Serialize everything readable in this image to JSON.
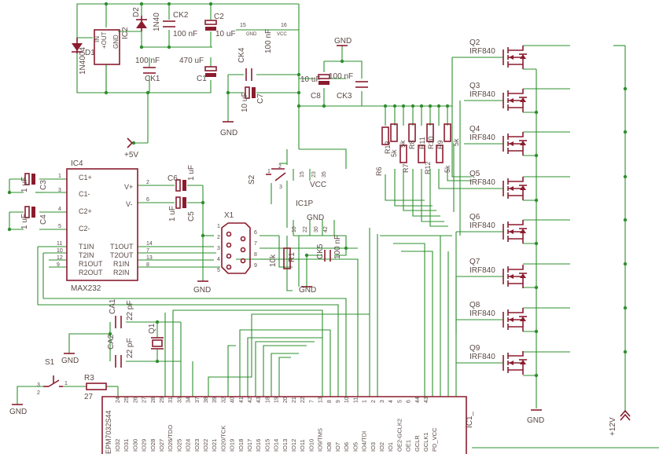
{
  "schematic": {
    "ics": {
      "ic2": {
        "name": "IC2",
        "pins": [
          "IN",
          "+OUT",
          "GND"
        ]
      },
      "ic4": {
        "name": "IC4",
        "part": "MAX232",
        "left_pins": [
          {
            "num": "1",
            "label": "C1+"
          },
          {
            "num": "3",
            "label": "C1-"
          },
          {
            "num": "4",
            "label": "C2+"
          },
          {
            "num": "5",
            "label": "C2-"
          },
          {
            "num": "11",
            "label": "T1IN"
          },
          {
            "num": "10",
            "label": "T2IN"
          },
          {
            "num": "12",
            "label": "R1OUT"
          },
          {
            "num": "9",
            "label": "R2OUT"
          }
        ],
        "right_pins": [
          {
            "num": "2",
            "label": "V+"
          },
          {
            "num": "6",
            "label": "V-"
          },
          {
            "num": "14",
            "label": "T1OUT"
          },
          {
            "num": "7",
            "label": "T2OUT"
          },
          {
            "num": "13",
            "label": "R1IN"
          },
          {
            "num": "8",
            "label": "R2IN"
          }
        ]
      },
      "ic1": {
        "name": "IC1_",
        "part": "EPM7032S44",
        "p_name": "IC1P",
        "pins": [
          {
            "num": "24",
            "label": "IO32"
          },
          {
            "num": "25",
            "label": "IO31"
          },
          {
            "num": "26",
            "label": "IO30"
          },
          {
            "num": "27",
            "label": "IO29"
          },
          {
            "num": "28",
            "label": "IO28"
          },
          {
            "num": "29",
            "label": "IO27"
          },
          {
            "num": "31",
            "label": "IO26/TDO"
          },
          {
            "num": "33",
            "label": "IO25"
          },
          {
            "num": "34",
            "label": "IO24"
          },
          {
            "num": "37",
            "label": "IO23"
          },
          {
            "num": "38",
            "label": "IO22"
          },
          {
            "num": "39",
            "label": "IO21"
          },
          {
            "num": "32",
            "label": "IO20/TCK"
          },
          {
            "num": "40",
            "label": "IO19"
          },
          {
            "num": "41",
            "label": "IO18"
          },
          {
            "num": "42",
            "label": "IO17"
          },
          {
            "num": "43",
            "label": "IO16"
          },
          {
            "num": "18",
            "label": "IO15"
          },
          {
            "num": "19",
            "label": "IO14"
          },
          {
            "num": "20",
            "label": "IO13"
          },
          {
            "num": "21",
            "label": "IO12"
          },
          {
            "num": "22",
            "label": "IO11"
          },
          {
            "num": "7",
            "label": "IO10"
          },
          {
            "num": "13",
            "label": "IO9/TMS"
          },
          {
            "num": "8",
            "label": "IO8"
          },
          {
            "num": "9",
            "label": "IO7"
          },
          {
            "num": "10",
            "label": "IO6"
          },
          {
            "num": "11",
            "label": "IO5"
          },
          {
            "num": "1",
            "label": "IO4/TDI"
          },
          {
            "num": "2",
            "label": "IO3"
          },
          {
            "num": "3",
            "label": "IO2"
          },
          {
            "num": "4",
            "label": "IO1"
          },
          {
            "num": "5",
            "label": "OE2-GCLK2"
          },
          {
            "num": "6",
            "label": "OE1"
          },
          {
            "num": "44",
            "label": "GCLR"
          },
          {
            "num": "43",
            "label": "GCLK1"
          },
          {
            "num": "",
            "label": "PD_VCC"
          }
        ],
        "power_pins": [
          "15",
          "23",
          "35",
          "VCC",
          "10",
          "22",
          "30",
          "42",
          "GND"
        ],
        "top_pins": [
          "15",
          "16"
        ],
        "top_labels": [
          "GND",
          "VCC"
        ]
      }
    },
    "components": {
      "D1": {
        "name": "D1",
        "value": "1N4004"
      },
      "D2": {
        "name": "D2",
        "value": "1N40"
      },
      "CK2": {
        "name": "CK2",
        "value": "100 nF"
      },
      "C2": {
        "name": "C2",
        "value": "10 uF"
      },
      "CK1": {
        "name": "CK1",
        "value": "100 nF"
      },
      "C1": {
        "name": "C1",
        "value": "470 uF"
      },
      "CK4": {
        "name": "CK4",
        "value": "100 nF"
      },
      "C7": {
        "name": "C7",
        "value": "10 uF"
      },
      "C8": {
        "name": "C8",
        "value": "10 uF"
      },
      "CK3": {
        "name": "CK3",
        "value": "100 nF"
      },
      "C3": {
        "name": "C3",
        "value": "1 uF"
      },
      "C4": {
        "name": "C4",
        "value": "1 uF"
      },
      "C6": {
        "name": "C6",
        "value": "1 uF"
      },
      "C5": {
        "name": "C5",
        "value": "1 uF"
      },
      "X1": {
        "name": "X1"
      },
      "S2": {
        "name": "S2"
      },
      "R1": {
        "name": "R1",
        "value": "10k"
      },
      "CK5": {
        "name": "CK5",
        "value": "100 nF"
      },
      "CA1": {
        "name": "CA1",
        "value": "22 pF"
      },
      "CA2": {
        "name": "CA2",
        "value": "22 pF"
      },
      "Q1": {
        "name": "Q1"
      },
      "S1": {
        "name": "S1"
      },
      "R3": {
        "name": "R3",
        "value": "27"
      },
      "resistors": [
        {
          "name": "R6",
          "value": "5k"
        },
        {
          "name": "R13",
          "value": "5k"
        },
        {
          "name": "R7",
          "value": "5k"
        },
        {
          "name": "R8",
          "value": "5k"
        },
        {
          "name": "R11",
          "value": "5k"
        },
        {
          "name": "R10",
          "value": "5k"
        },
        {
          "name": "R12",
          "value": "5k"
        },
        {
          "name": "R9",
          "value": "5k"
        }
      ]
    },
    "mosfets": [
      {
        "name": "Q2",
        "part": "IRF840"
      },
      {
        "name": "Q3",
        "part": "IRF840"
      },
      {
        "name": "Q4",
        "part": "IRF840"
      },
      {
        "name": "Q5",
        "part": "IRF840"
      },
      {
        "name": "Q6",
        "part": "IRF840"
      },
      {
        "name": "Q7",
        "part": "IRF840"
      },
      {
        "name": "Q8",
        "part": "IRF840"
      },
      {
        "name": "Q9",
        "part": "IRF840"
      }
    ],
    "nets": {
      "plus5v": "+5V",
      "plus12v": "+12V",
      "gnd": "GND"
    },
    "s_pin_numbers": {
      "s1": [
        "3",
        "1",
        "2"
      ],
      "s2": [
        "2",
        "1",
        "3"
      ]
    },
    "x1_pins": [
      "1",
      "2",
      "3",
      "4",
      "5",
      "6",
      "7",
      "8",
      "9"
    ]
  }
}
